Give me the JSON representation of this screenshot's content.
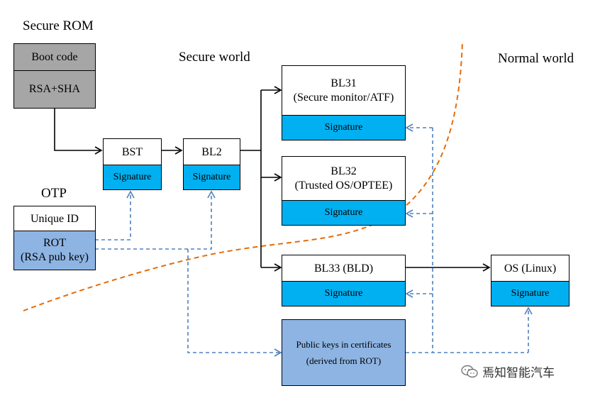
{
  "labels": {
    "secure_rom": "Secure ROM",
    "secure_world": "Secure world",
    "normal_world": "Normal world",
    "otp": "OTP"
  },
  "rom": {
    "boot_code": "Boot code",
    "rsa_sha": "RSA+SHA"
  },
  "otp_box": {
    "unique_id": "Unique ID",
    "rot_line1": "ROT",
    "rot_line2": "(RSA pub key)"
  },
  "bst": {
    "title": "BST",
    "sig": "Signature"
  },
  "bl2": {
    "title": "BL2",
    "sig": "Signature"
  },
  "bl31": {
    "title": "BL31",
    "subtitle": "(Secure monitor/ATF)",
    "sig": "Signature"
  },
  "bl32": {
    "title": "BL32",
    "subtitle": "(Trusted OS/OPTEE)",
    "sig": "Signature"
  },
  "bl33": {
    "title": "BL33 (BLD)",
    "sig": "Signature"
  },
  "os": {
    "title": "OS (Linux)",
    "sig": "Signature"
  },
  "pubkeys": {
    "line1": "Public keys in certificates",
    "line2": "(derived from ROT)"
  },
  "watermark": "焉知智能汽车",
  "colors": {
    "grey": "#a6a6a6",
    "signature": "#00b0f0",
    "key_blue": "#8eb4e3",
    "dashed_arrow": "#4f81bd",
    "world_boundary": "#e46c0a"
  }
}
